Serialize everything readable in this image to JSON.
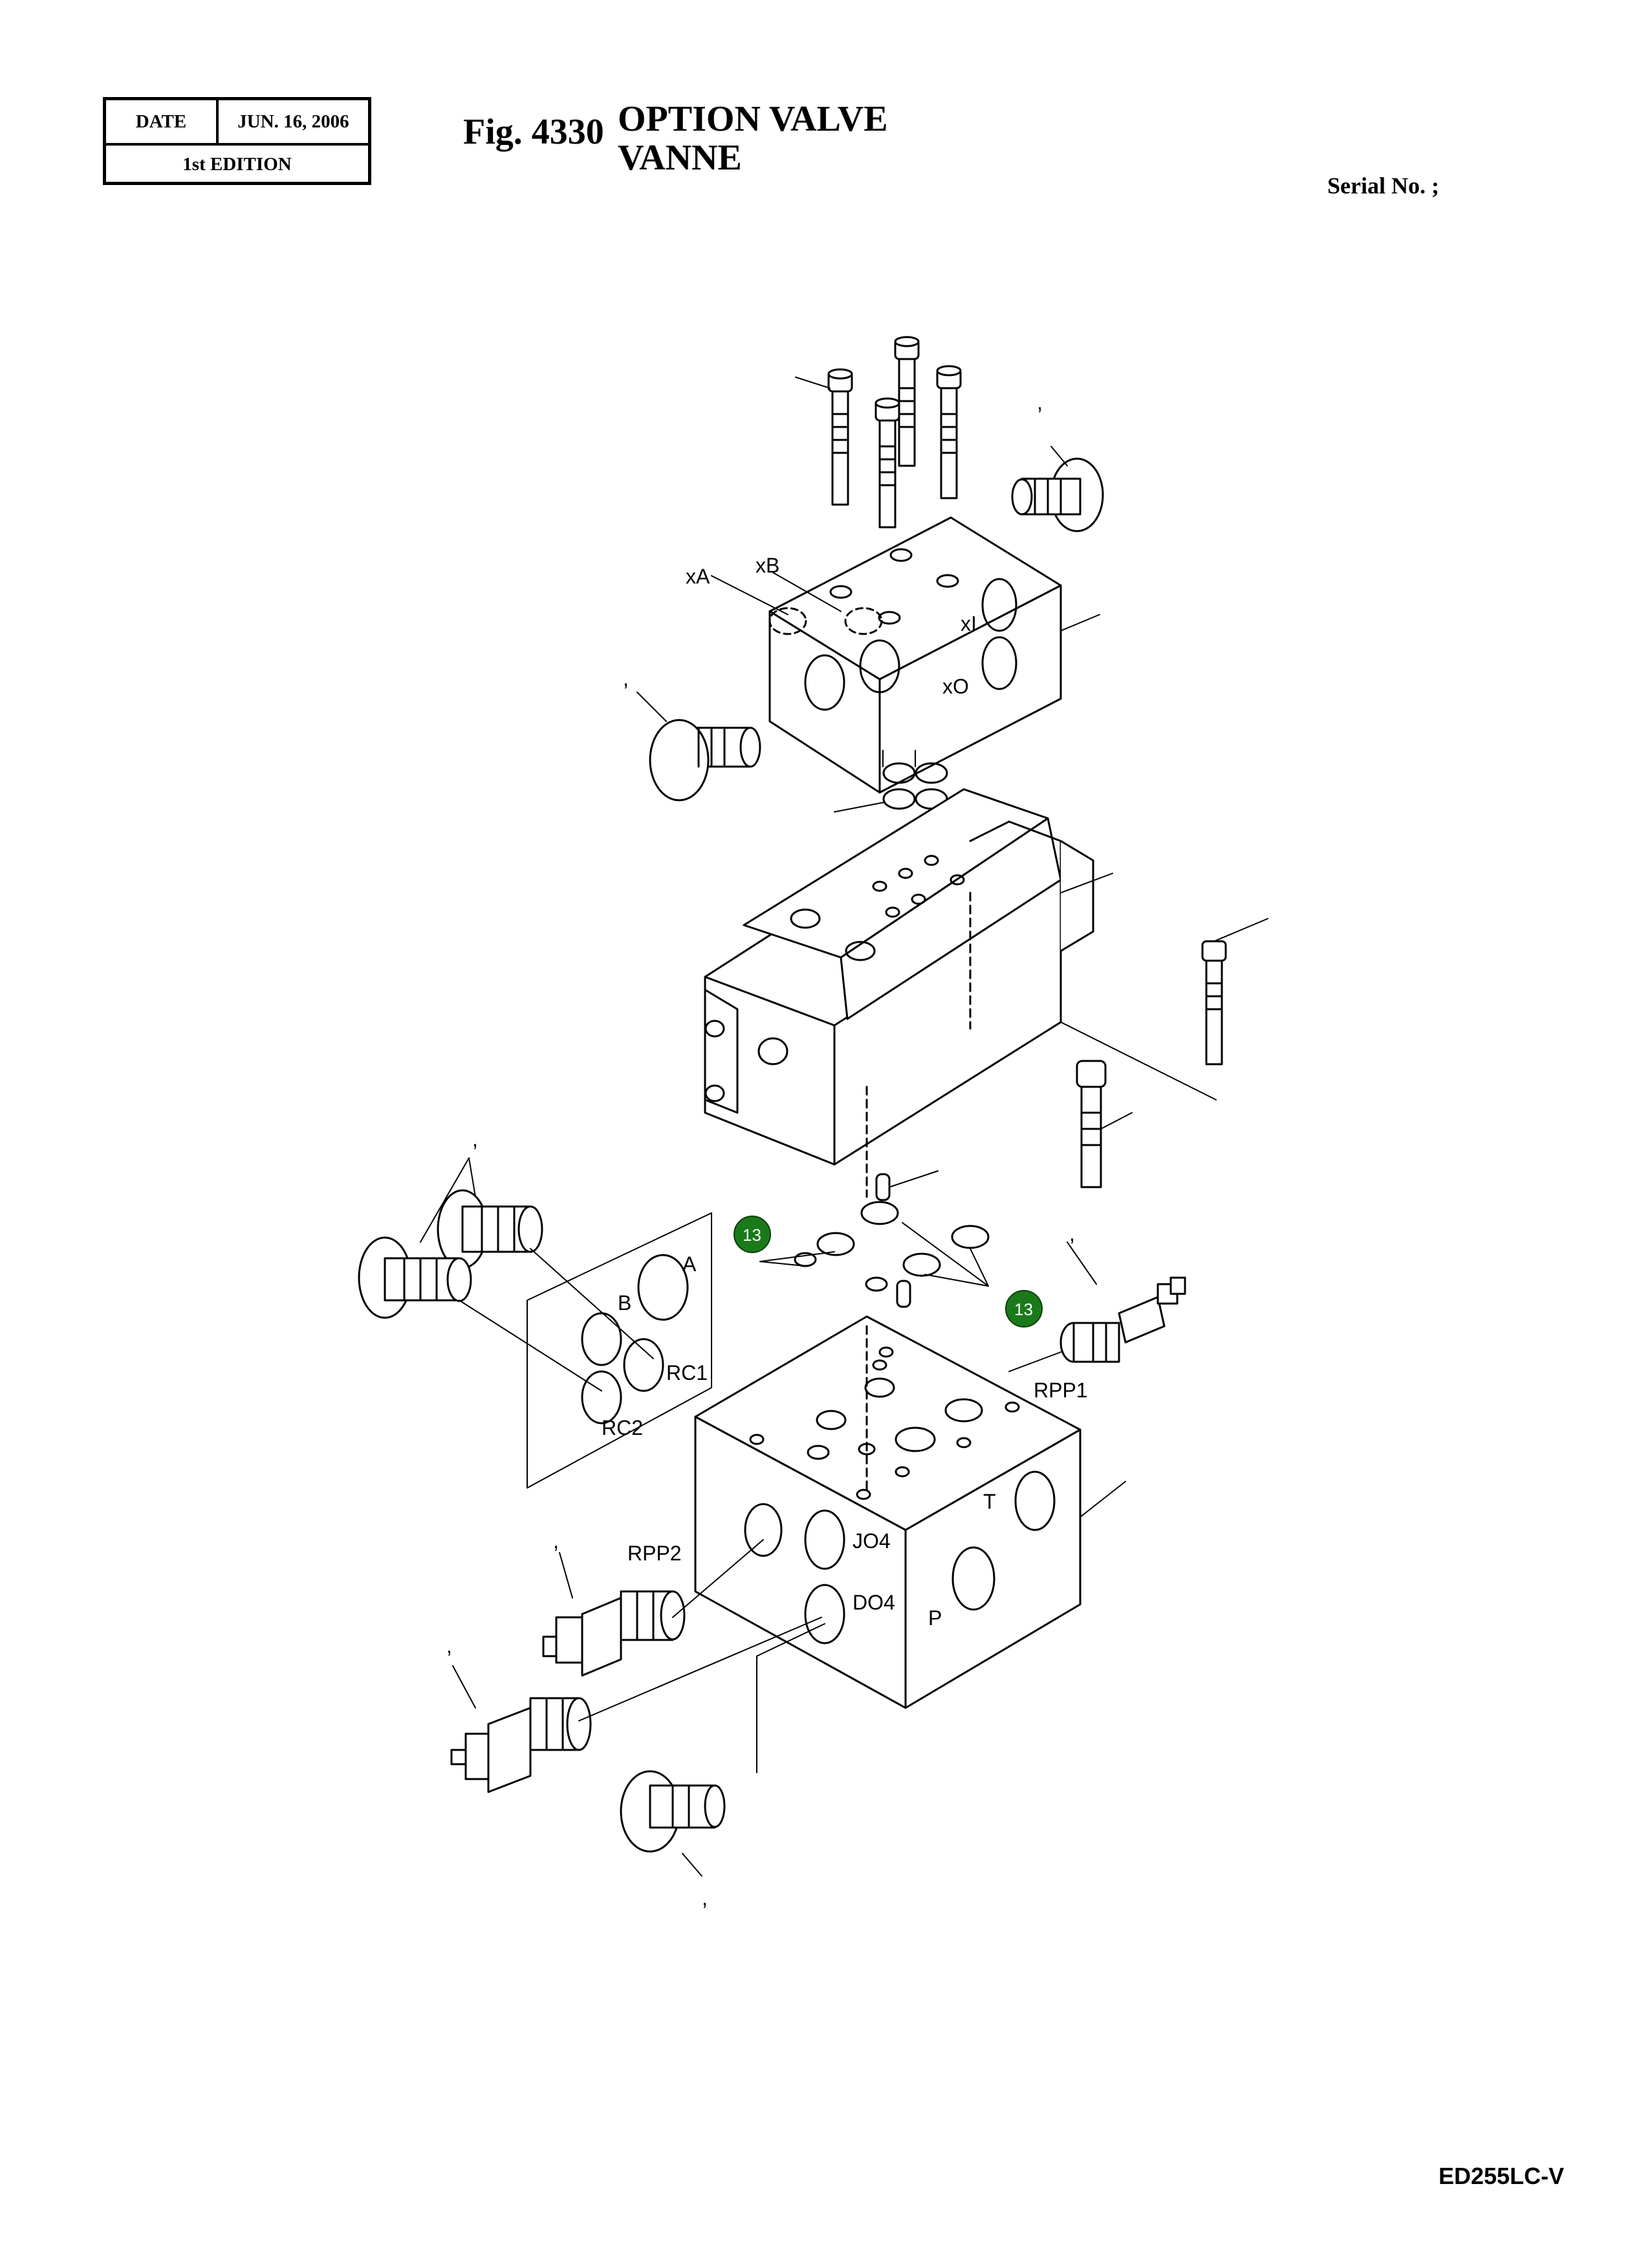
{
  "header": {
    "date_label": "DATE",
    "date_value": "JUN. 16, 2006",
    "edition": "1st EDITION",
    "figure_number": "Fig. 4330",
    "title_en": "OPTION VALVE",
    "title_fr": "VANNE",
    "serial_label": "Serial No. ;"
  },
  "footer": {
    "model_code": "ED255LC-V"
  },
  "ports": {
    "xA": "xA",
    "xB": "xB",
    "xI": "xI",
    "xO": "xO",
    "A": "A",
    "B": "B",
    "RC1": "RC1",
    "RC2": "RC2",
    "RPP1": "RPP1",
    "RPP2": "RPP2",
    "JO4": "JO4",
    "DO4": "DO4",
    "T": "T",
    "P": "P"
  },
  "callouts": {
    "oring_callout_1": "13",
    "oring_callout_2": "13",
    "tick": ","
  },
  "colors": {
    "callout_fill": "#1a7a1a",
    "line": "#000000"
  }
}
